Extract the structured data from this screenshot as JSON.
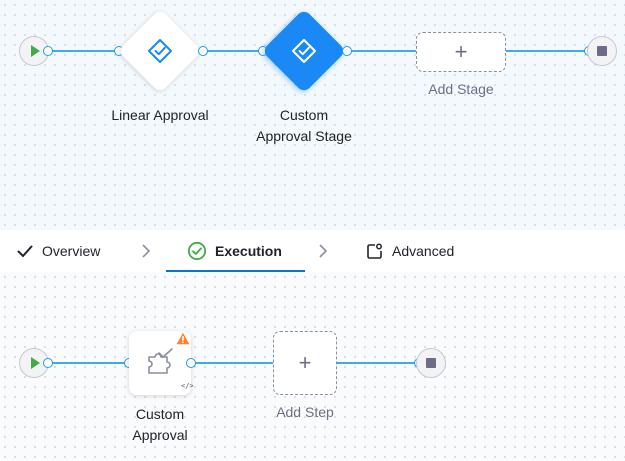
{
  "pipeline": {
    "stages": [
      {
        "label": "Linear Approval",
        "icon": "approval-icon",
        "selected": false
      },
      {
        "label": "Custom\nApproval Stage",
        "line1": "Custom",
        "line2": "Approval Stage",
        "icon": "approval-icon",
        "selected": true
      }
    ],
    "add_stage_label": "Add Stage",
    "add_icon": "plus-icon"
  },
  "tabs": [
    {
      "label": "Overview",
      "icon": "check-icon"
    },
    {
      "label": "Execution",
      "icon": "check-circle-icon",
      "active": true
    },
    {
      "label": "Advanced",
      "icon": "settings-box-icon"
    }
  ],
  "execution": {
    "step": {
      "line1": "Custom",
      "line2": "Approval",
      "icon": "puzzle-approval-icon",
      "warning_icon": "warning-icon"
    },
    "add_step_label": "Add Step"
  },
  "colors": {
    "accent": "#1a89f5",
    "connector": "#3dabf0",
    "start": "#42ab45",
    "stop": "#6d6b8a",
    "warning": "#ff832b"
  }
}
